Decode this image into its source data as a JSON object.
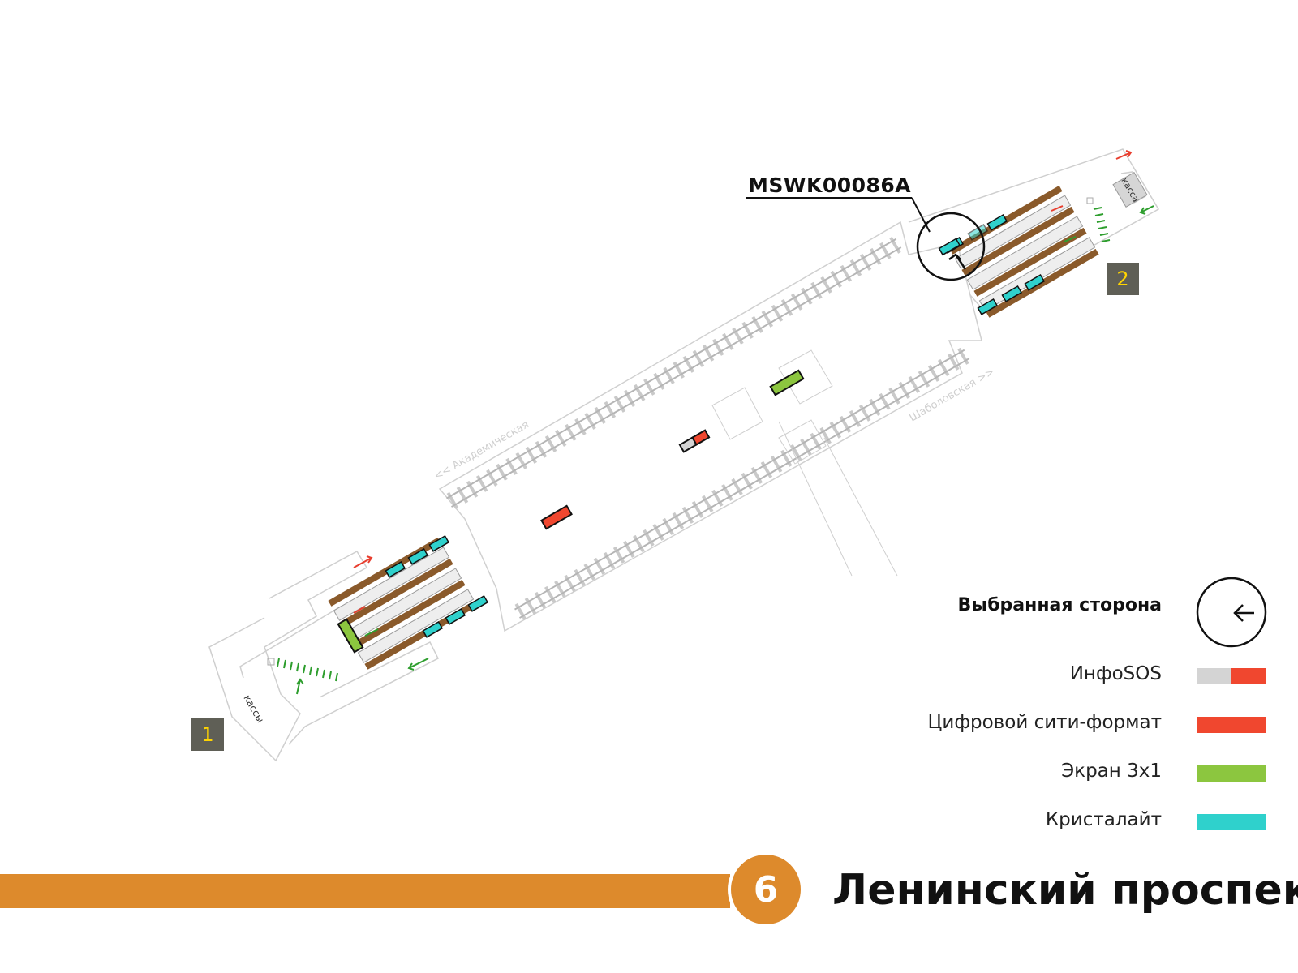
{
  "map": {
    "code_label": "MSWK00086A",
    "direction_left": "<< Академическая",
    "direction_right": "Шаболовская >>",
    "kassy_label": "кассы",
    "kassa_label": "касса",
    "exit_1": "1",
    "exit_2": "2"
  },
  "legend": {
    "title": "Выбранная сторона",
    "items": [
      {
        "label": "ИнфоSOS",
        "color": "#f0472f",
        "color2": "#d4d4d4"
      },
      {
        "label": "Цифровой сити-формат",
        "color": "#f0472f"
      },
      {
        "label": "Экран 3х1",
        "color": "#8cc63f"
      },
      {
        "label": "Кристалайт",
        "color": "#2fd1cc"
      }
    ]
  },
  "footer": {
    "line_number": "6",
    "station_name": "Ленинский проспект",
    "line_color": "#dd8a2c"
  }
}
